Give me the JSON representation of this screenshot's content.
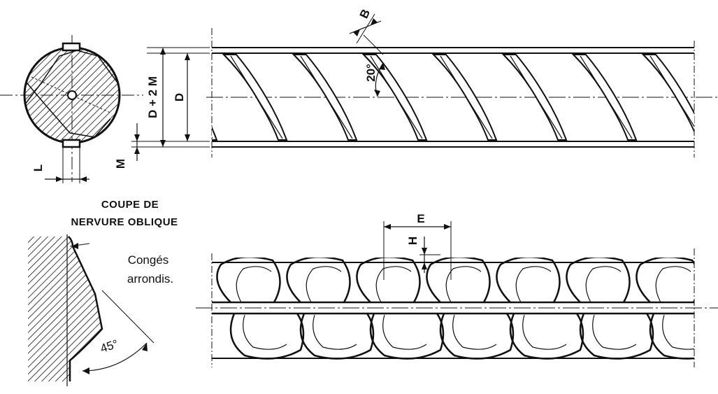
{
  "section": {
    "title_line1": "COUPE DE",
    "title_line2": "NERVURE OBLIQUE",
    "note_line1": "Congés",
    "note_line2": "arrondis.",
    "angle_label": "45°"
  },
  "labels": {
    "D_plus_2M": "D + 2 M",
    "D": "D",
    "M": "M",
    "L": "L",
    "B": "B",
    "angle_top": "20°",
    "E": "E",
    "H": "H"
  },
  "colors": {
    "ink": "#111111",
    "paper": "#ffffff"
  }
}
